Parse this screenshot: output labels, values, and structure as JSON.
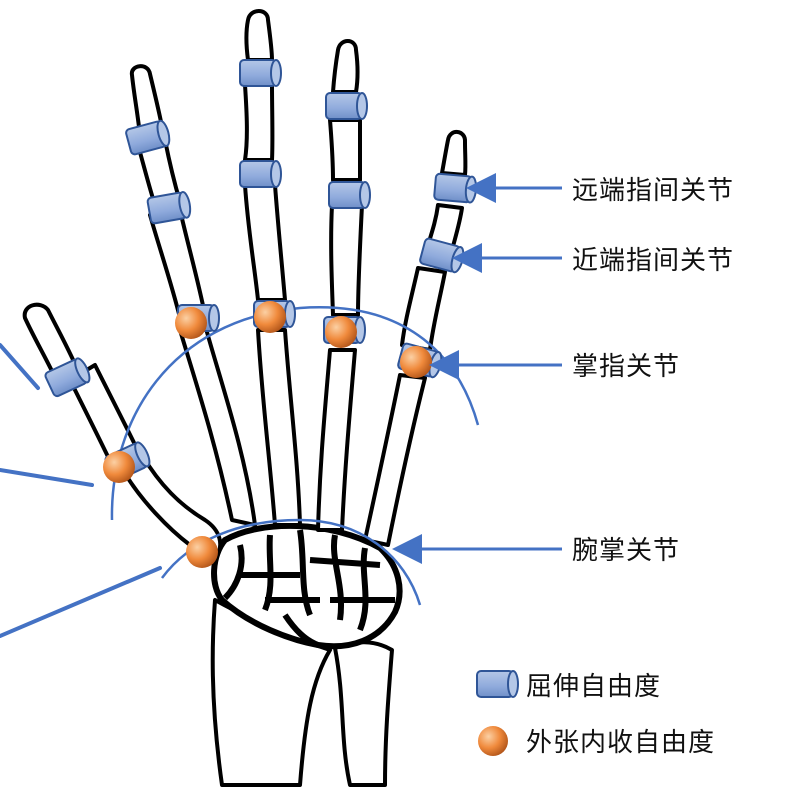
{
  "labels": {
    "dip": "远端指间关节",
    "pip": "近端指间关节",
    "mcp": "掌指关节",
    "cmc": "腕掌关节"
  },
  "legend": {
    "flexion": "屈伸自由度",
    "abduction": "外张内收自由度"
  },
  "colors": {
    "accent": "#4472c4",
    "cylinder_fill": "#8faadc",
    "cylinder_stroke": "#2f5597",
    "ball_fill": "#f4a460",
    "ball_dark": "#c65911"
  }
}
